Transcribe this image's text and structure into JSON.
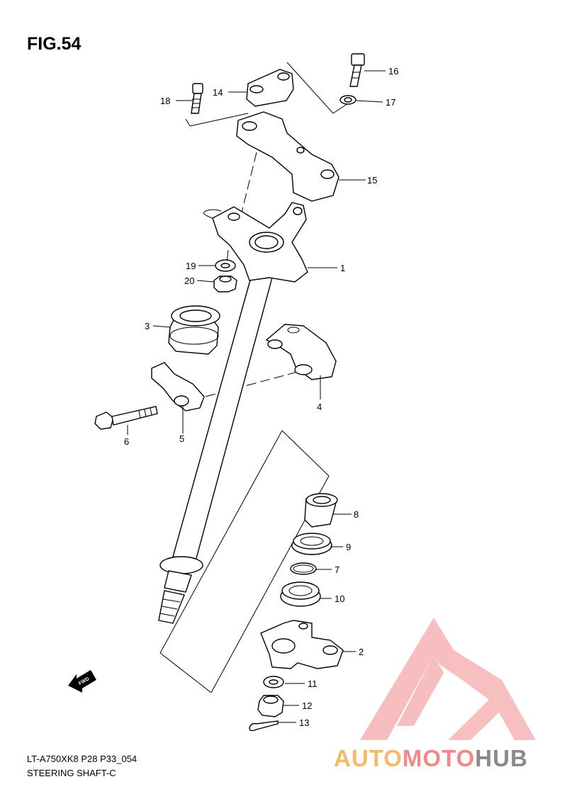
{
  "figure": {
    "title": "FIG.54",
    "code": "LT-A750XK8 P28 P33_054",
    "name": "STEERING SHAFT-C",
    "fwd_label": "FWD"
  },
  "callouts": [
    {
      "id": "c14",
      "label": "14"
    },
    {
      "id": "c18",
      "label": "18"
    },
    {
      "id": "c16",
      "label": "16"
    },
    {
      "id": "c17",
      "label": "17"
    },
    {
      "id": "c15",
      "label": "15"
    },
    {
      "id": "c1",
      "label": "1"
    },
    {
      "id": "c19",
      "label": "19"
    },
    {
      "id": "c20",
      "label": "20"
    },
    {
      "id": "c3",
      "label": "3"
    },
    {
      "id": "c4",
      "label": "4"
    },
    {
      "id": "c6",
      "label": "6"
    },
    {
      "id": "c5",
      "label": "5"
    },
    {
      "id": "c8",
      "label": "8"
    },
    {
      "id": "c9",
      "label": "9"
    },
    {
      "id": "c7",
      "label": "7"
    },
    {
      "id": "c10",
      "label": "10"
    },
    {
      "id": "c2",
      "label": "2"
    },
    {
      "id": "c11",
      "label": "11"
    },
    {
      "id": "c12",
      "label": "12"
    },
    {
      "id": "c13",
      "label": "13"
    }
  ],
  "watermark": {
    "part_a": "AUTO",
    "part_b": "MOTO",
    "part_c": "HUB",
    "color_a": "#f6b96a",
    "color_b": "#f08a8a",
    "color_c": "#8a8a8a"
  }
}
